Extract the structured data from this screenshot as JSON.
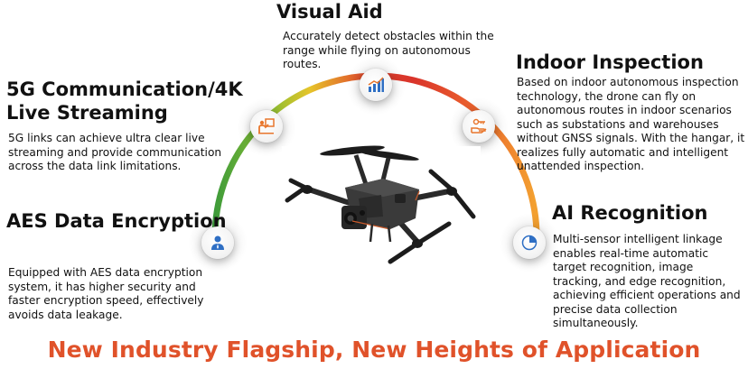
{
  "features": {
    "visual_aid": {
      "title": "Visual Aid",
      "desc": "Accurately detect obstacles within the range while flying on autonomous routes.",
      "icon": "bar-chart-icon"
    },
    "indoor_inspection": {
      "title": "Indoor Inspection",
      "desc": "Based on indoor autonomous inspection technology, the drone can fly on autonomous routes in indoor scenarios such as substations and warehouses without GNSS signals. With the hangar, it realizes fully automatic and intelligent unattended inspection.",
      "icon": "hand-key-icon"
    },
    "communication": {
      "title": "5G Communication/4K Live Streaming",
      "desc": "5G links can achieve ultra clear live streaming and provide communication across the data link limitations.",
      "icon": "presenter-icon"
    },
    "ai_recognition": {
      "title": "AI Recognition",
      "desc": "Multi-sensor intelligent linkage enables real-time automatic target recognition, image tracking, and edge recognition, achieving efficient operations and precise data collection simultaneously.",
      "icon": "pie-chart-icon"
    },
    "encryption": {
      "title": "AES Data Encryption",
      "desc": "Equipped with AES data encryption system, it has higher security and faster encryption speed, effectively avoids data leakage.",
      "icon": "user-icon"
    }
  },
  "footer": {
    "tagline": "New Industry Flagship, New Heights of Application"
  },
  "colors": {
    "accent": "#e0522a",
    "icon_blue": "#2f6fc4",
    "icon_orange": "#e8762c",
    "arc_green": "#3c9a3a",
    "arc_yellow": "#e6c42a",
    "arc_red": "#d9342b",
    "arc_orange": "#f08a2c"
  }
}
